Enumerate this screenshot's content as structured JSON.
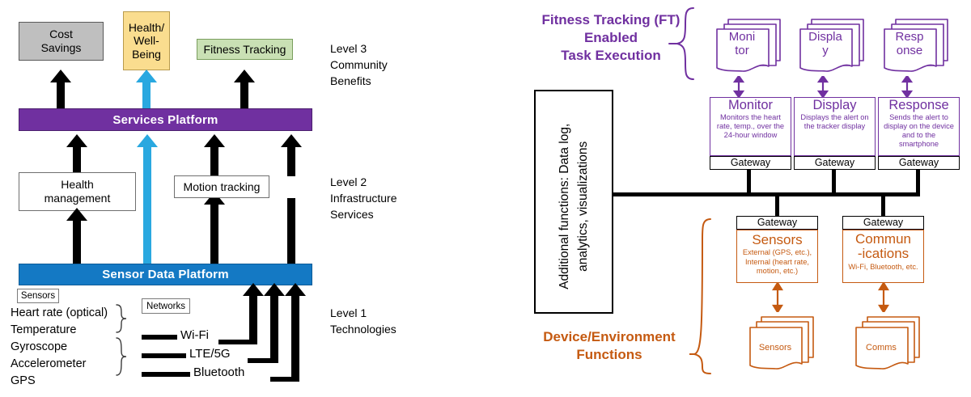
{
  "left_diagram": {
    "level3": {
      "label": "Level 3\nCommunity\nBenefits",
      "line1": "Level 3",
      "line2": "Community",
      "line3": "Benefits",
      "outcomes": [
        {
          "name": "cost-savings",
          "label": "Cost Savings",
          "color": "#bfbfbf"
        },
        {
          "name": "health-wellbeing",
          "label": "Health/ Well- Being",
          "color": "#fadd8f"
        },
        {
          "name": "fitness-tracking",
          "label": "Fitness Tracking",
          "color": "#c9e0b4"
        }
      ],
      "cost_savings": "Cost\nSavings",
      "cost_savings_l1": "Cost",
      "cost_savings_l2": "Savings",
      "health_l1": "Health/",
      "health_l2": "Well-",
      "health_l3": "Being",
      "fitness": "Fitness Tracking"
    },
    "level2": {
      "line1": "Level 2",
      "line2": "Infrastructure",
      "line3": "Services",
      "services_platform": "Services Platform",
      "health_management_l1": "Health",
      "health_management_l2": "management",
      "motion_tracking": "Motion tracking"
    },
    "level1": {
      "line1": "Level 1",
      "line2": "Technologies",
      "sensor_data_platform": "Sensor Data Platform",
      "sensors_tag": "Sensors",
      "networks_tag": "Networks",
      "sensors": [
        "Heart rate (optical)",
        "Temperature",
        "Gyroscope",
        "Accelerometer",
        "GPS"
      ],
      "networks": [
        "Wi-Fi",
        "LTE/5G",
        "Bluetooth"
      ]
    },
    "colors": {
      "services_platform": "#7030a0",
      "sensor_data_platform": "#1479c4",
      "highlight_arrow": "#29a8e0"
    }
  },
  "right_diagram": {
    "purple_header_l1": "Fitness Tracking (FT)",
    "purple_header_l2": "Enabled",
    "purple_header_l3": "Task Execution",
    "orange_header_l1": "Device/Environment",
    "orange_header_l2": "Functions",
    "additional_functions_l1": "Additional functions: Data log,",
    "additional_functions_l2": "analytics, visualizations",
    "gateway_label": "Gateway",
    "task_docs": [
      {
        "name": "monitor-doc",
        "l1": "Moni",
        "l2": "tor"
      },
      {
        "name": "display-doc",
        "l1": "Displa",
        "l2": "y"
      },
      {
        "name": "response-doc",
        "l1": "Resp",
        "l2": "onse"
      }
    ],
    "task_boxes": [
      {
        "name": "monitor-box",
        "title": "Monitor",
        "desc": "Monitors the heart rate, temp.,  over the 24-hour window"
      },
      {
        "name": "display-box",
        "title": "Display",
        "desc": "Displays the alert on the tracker display"
      },
      {
        "name": "response-box",
        "title": "Response",
        "desc": "Sends the alert to display on the device and to the smartphone"
      }
    ],
    "device_boxes": [
      {
        "name": "sensors-box",
        "title": "Sensors",
        "desc": "External (GPS, etc.), Internal (heart rate, motion, etc.)"
      },
      {
        "name": "communications-box",
        "title_l1": "Commun",
        "title_l2": "-ications",
        "desc": "Wi-Fi, Bluetooth, etc."
      }
    ],
    "device_docs": [
      {
        "name": "sensors-doc",
        "label": "Sensors"
      },
      {
        "name": "comms-doc",
        "label": "Comms"
      }
    ],
    "colors": {
      "purple": "#7030a0",
      "orange": "#c55a11",
      "bus": "#000000"
    }
  }
}
